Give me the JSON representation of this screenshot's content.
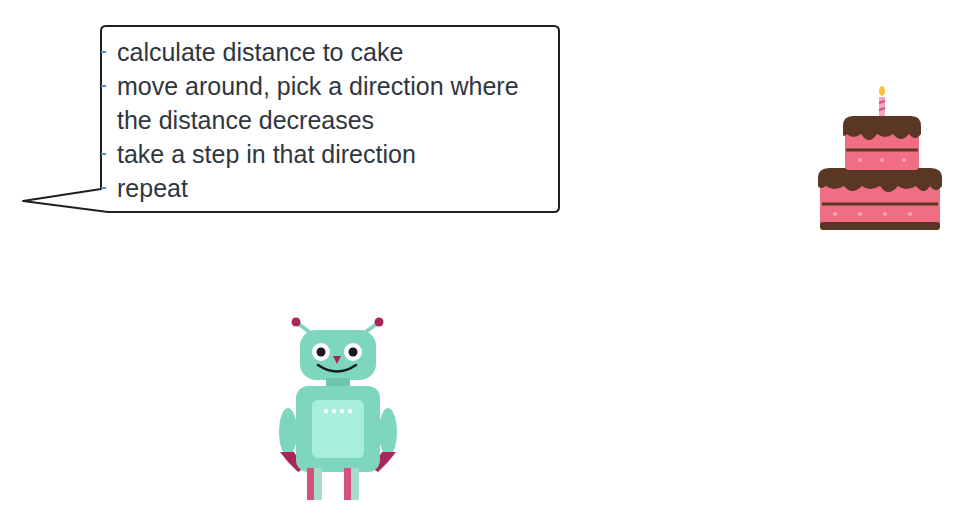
{
  "diagram": {
    "nodes": [
      {
        "text": [
          "calculate distance to cake",
          "move around, pick a direction where the distance decreases",
          "take a step in that direction",
          "repeat"
        ]
      }
    ]
  }
}
